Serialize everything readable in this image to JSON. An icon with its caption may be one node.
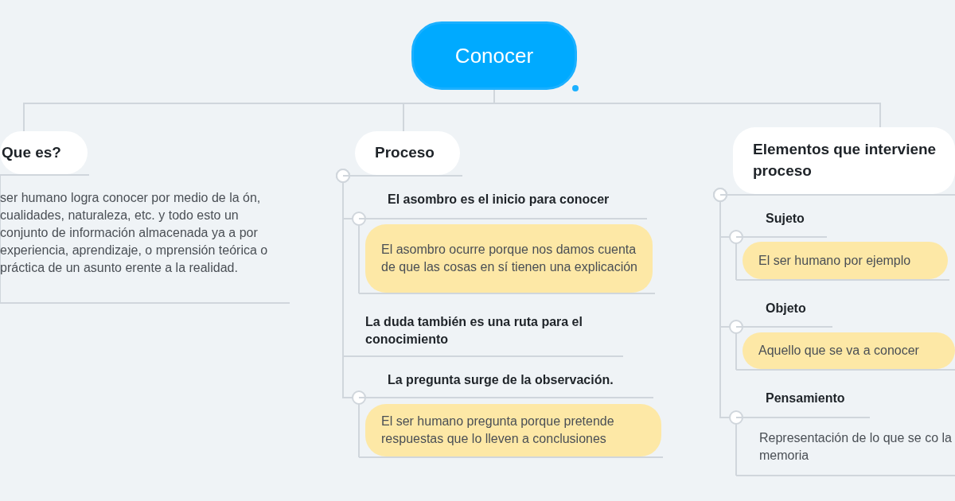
{
  "diagram": {
    "nodes": [
      {
        "text": [
          "Conocer"
        ]
      },
      {
        "text": [
          "Que es?"
        ]
      },
      {
        "text": [
          "ser humano logra conocer por medio de la ón, cualidades, naturaleza, etc. y todo esto un conjunto de información almacenada ya a por experiencia, aprendizaje, o mprensión teórica o práctica de un asunto erente a la realidad."
        ]
      },
      {
        "text": [
          "Proceso"
        ]
      },
      {
        "text": [
          "El asombro es el inicio para conocer"
        ]
      },
      {
        "text": [
          "El asombro ocurre porque nos damos cuenta de que las cosas en sí tienen una explicación"
        ]
      },
      {
        "text": [
          "La duda también es una ruta para el conocimiento"
        ]
      },
      {
        "text": [
          "La pregunta surge de la observación."
        ]
      },
      {
        "text": [
          "El ser humano pregunta porque pretende respuestas que lo lleven a conclusiones"
        ]
      },
      {
        "text": [
          "Elementos que interviene proceso"
        ]
      },
      {
        "text": [
          "Sujeto"
        ]
      },
      {
        "text": [
          "El ser humano por ejemplo"
        ]
      },
      {
        "text": [
          "Objeto"
        ]
      },
      {
        "text": [
          "Aquello que se va a conocer"
        ]
      },
      {
        "text": [
          "Pensamiento"
        ]
      },
      {
        "text": [
          "Representación de lo que se co la memoria"
        ]
      }
    ],
    "edges": [
      {
        "from": 0,
        "to": 1,
        "arrow": "none"
      },
      {
        "from": 0,
        "to": 3,
        "arrow": "none"
      },
      {
        "from": 0,
        "to": 9,
        "arrow": "none"
      },
      {
        "from": 1,
        "to": 2,
        "arrow": "none"
      },
      {
        "from": 3,
        "to": 4,
        "arrow": "other"
      },
      {
        "from": 4,
        "to": 5,
        "arrow": "other"
      },
      {
        "from": 3,
        "to": 6,
        "arrow": "other"
      },
      {
        "from": 3,
        "to": 7,
        "arrow": "other"
      },
      {
        "from": 7,
        "to": 8,
        "arrow": "other"
      },
      {
        "from": 9,
        "to": 10,
        "arrow": "other"
      },
      {
        "from": 10,
        "to": 11,
        "arrow": "other"
      },
      {
        "from": 9,
        "to": 12,
        "arrow": "other"
      },
      {
        "from": 12,
        "to": 13,
        "arrow": "other"
      },
      {
        "from": 9,
        "to": 14,
        "arrow": "other"
      },
      {
        "from": 14,
        "to": 15,
        "arrow": "other"
      }
    ]
  }
}
